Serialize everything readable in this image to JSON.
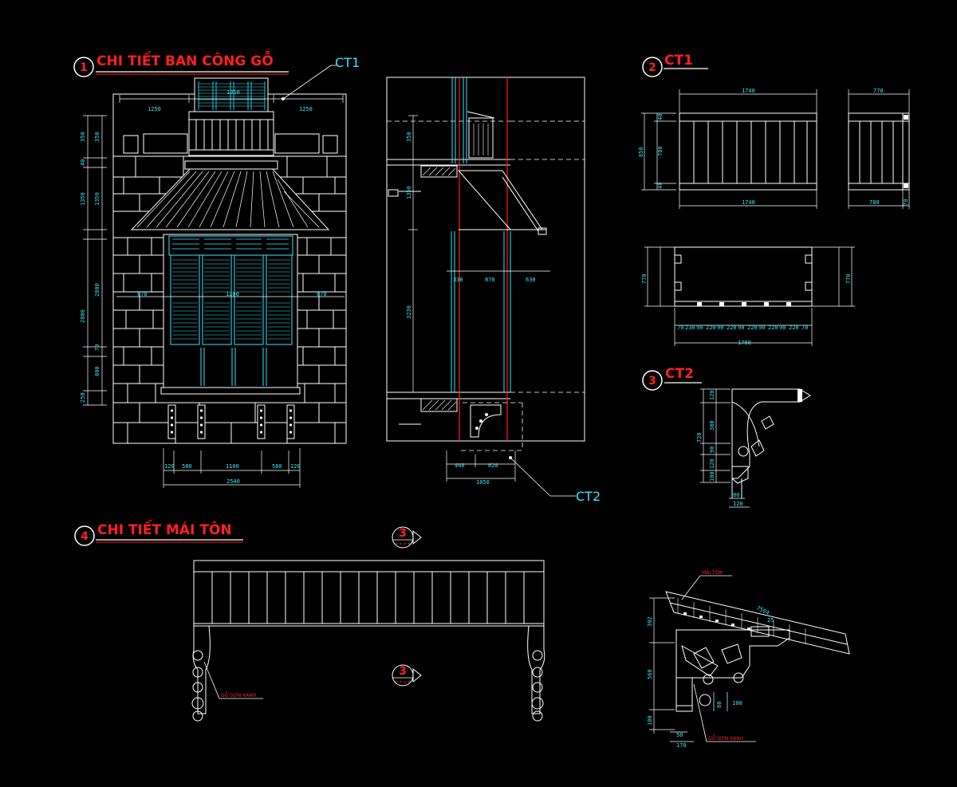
{
  "titles": {
    "t1": {
      "number": "1",
      "text": "CHI TIẾT BAN CÔNG GỖ"
    },
    "t2": {
      "number": "2",
      "text": "CT1"
    },
    "t3": {
      "number": "3",
      "text": "CT2"
    },
    "t4": {
      "number": "4",
      "text": "CHI TIẾT MÁI TÔN"
    }
  },
  "callouts": {
    "ct1": "CT1",
    "ct2": "CT2"
  },
  "section_markers": {
    "top": "3",
    "bottom": "3"
  },
  "dims": {
    "elev_left_v": [
      "350",
      "40",
      "1350",
      "2800",
      "800",
      "70",
      "250"
    ],
    "elev_top": [
      "1250",
      "1350",
      "1250"
    ],
    "elev_mid": [
      "870",
      "870",
      "1200"
    ],
    "elev_bottom": [
      "120",
      "580",
      "1100",
      "580",
      "120"
    ],
    "elev_total": "2540",
    "sec_vertical": [
      "350",
      "1350",
      "3230"
    ],
    "sec_mid": [
      "330",
      "870",
      "630"
    ],
    "sec_bottom": [
      "440",
      "620"
    ],
    "sec_total": "1050",
    "ct1_top": "1740",
    "ct1_side": "770",
    "ct1_left": [
      "40",
      "780",
      "40"
    ],
    "ct1_overall_h": "850",
    "ct1_bot": "1740",
    "ct1_side_bot": [
      "780",
      "70"
    ],
    "plan_side": "770",
    "plan_bottom": [
      "70",
      "230",
      "90",
      "220",
      "90",
      "220",
      "90",
      "220",
      "90",
      "220",
      "90",
      "220",
      "70"
    ],
    "plan_total": "1780",
    "ct2_v": [
      "120",
      "380",
      "90",
      "120",
      "100"
    ],
    "ct2_total": "720",
    "ct2_bottom": [
      "80",
      "120"
    ],
    "roof_v": [
      "302",
      "560",
      "100"
    ],
    "roof_bottom": [
      "50",
      "170"
    ],
    "roof_side": [
      "80",
      "100"
    ],
    "roof_slope": "7504",
    "roof_small": "25"
  },
  "notes": {
    "left_leg": "GỖ SƠN XANH",
    "roof_top": "MÁI TÔN",
    "roof_bottom": "GỖ SƠN XANH"
  }
}
